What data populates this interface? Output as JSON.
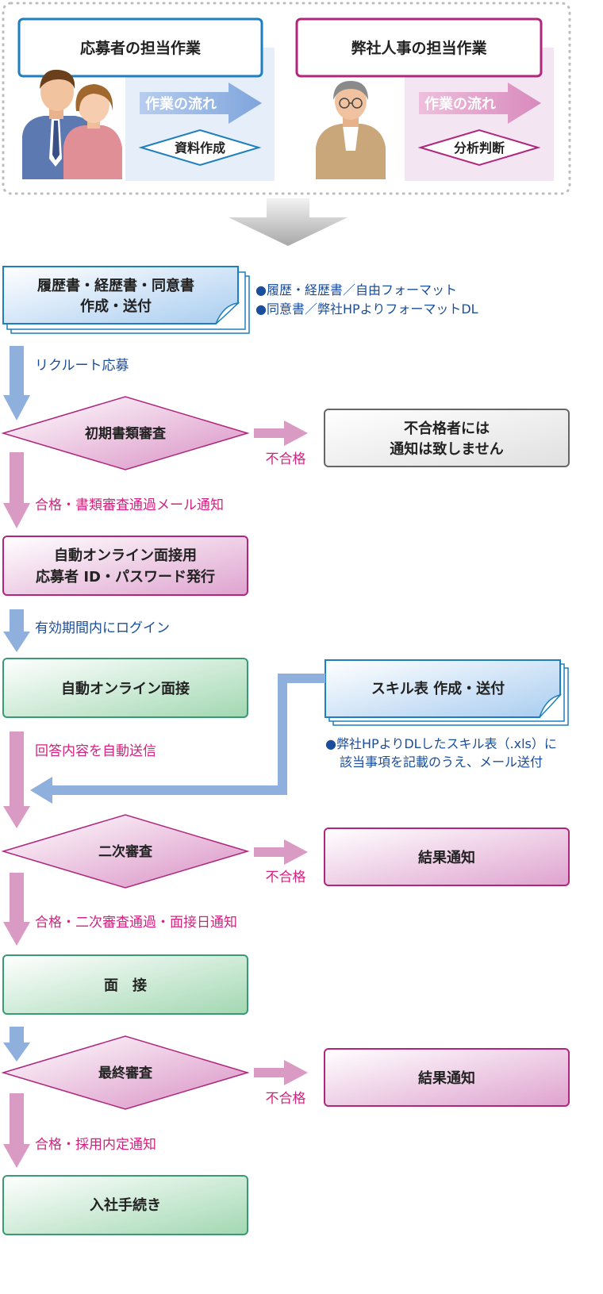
{
  "legend": {
    "applicant": {
      "title": "応募者の担当作業",
      "flow_label": "作業の流れ",
      "task": "資料作成"
    },
    "company": {
      "title": "弊社人事の担当作業",
      "flow_label": "作業の流れ",
      "task": "分析判断"
    }
  },
  "steps": {
    "resume": {
      "line1": "履歴書・経歴書・同意書",
      "line2": "作成・送付"
    },
    "resume_notes": [
      "●履歴・経歴書／自由フォーマット",
      "●同意書／弊社HPよりフォーマットDL"
    ],
    "arrow_recruit": "リクルート応募",
    "initial_review": "初期書類審査",
    "reject_label_1": "不合格",
    "no_notice": {
      "line1": "不合格者には",
      "line2": "通知は致しません"
    },
    "pass_mail": "合格・書類審査通過メール通知",
    "id_issue": {
      "line1": "自動オンライン面接用",
      "line2": "応募者 ID・パスワード発行"
    },
    "login": "有効期間内にログイン",
    "online_interview": "自動オンライン面接",
    "skill_sheet": "スキル表 作成・送付",
    "skill_notes": [
      "●弊社HPよりDLしたスキル表（.xls）に",
      "該当事項を記載のうえ、メール送付"
    ],
    "auto_send": "回答内容を自動送信",
    "second_review": "二次審査",
    "reject_label_2": "不合格",
    "result_1": "結果通知",
    "pass_second": "合格・二次審査通過・面接日通知",
    "interview": "面　接",
    "final_review": "最終審査",
    "reject_label_3": "不合格",
    "result_2": "結果通知",
    "offer": "合格・採用内定通知",
    "onboarding": "入社手続き"
  },
  "colors": {
    "blue": "#1d7fbf",
    "magenta": "#b0267d",
    "arrow_blue": "#8fb0dd",
    "arrow_pink": "#d99ac4",
    "text_blue": "#1a4d9c",
    "text_pink": "#d4217f",
    "green_border": "#3a9a74",
    "gray_border": "#666666"
  }
}
